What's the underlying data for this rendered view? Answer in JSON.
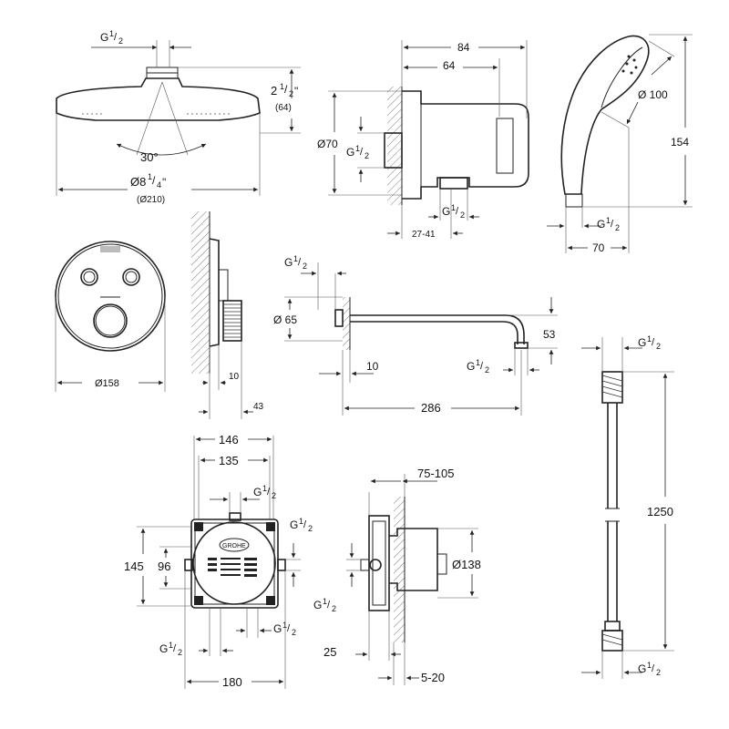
{
  "drawing": {
    "thread_label": "G",
    "thread_sup": "1",
    "thread_sub": "2",
    "head_shower": {
      "angle": "30°",
      "height_inch": "2",
      "height_inch_sup": "1",
      "height_inch_sub": "2",
      "height_inch_unit": "\"",
      "height_mm": "(64)",
      "diameter_inch": "Ø8",
      "diameter_inch_sup": "1",
      "diameter_inch_sub": "4",
      "diameter_inch_unit": "\"",
      "diameter_mm": "(Ø210)"
    },
    "wall_outlet": {
      "depth_total": "84",
      "depth_inner": "64",
      "diameter": "Ø70",
      "range": "27-41"
    },
    "hand_shower": {
      "diameter": "Ø 100",
      "length": "154",
      "base_width": "70"
    },
    "control_plate": {
      "diameter": "Ø158",
      "thickness": "10",
      "projection": "43"
    },
    "shower_arm": {
      "diameter": "Ø 65",
      "wall_gap": "10",
      "length": "286",
      "drop": "53"
    },
    "hose": {
      "length": "1250"
    },
    "rough_in_box": {
      "brand": "GROHE",
      "width_outer": "146",
      "width_inner": "135",
      "height_outer": "145",
      "height_inner": "96",
      "bottom_width": "180"
    },
    "rough_in_side": {
      "depth_range": "75-105",
      "diameter": "Ø138",
      "offset": "25",
      "tile_range": "5-20"
    }
  }
}
